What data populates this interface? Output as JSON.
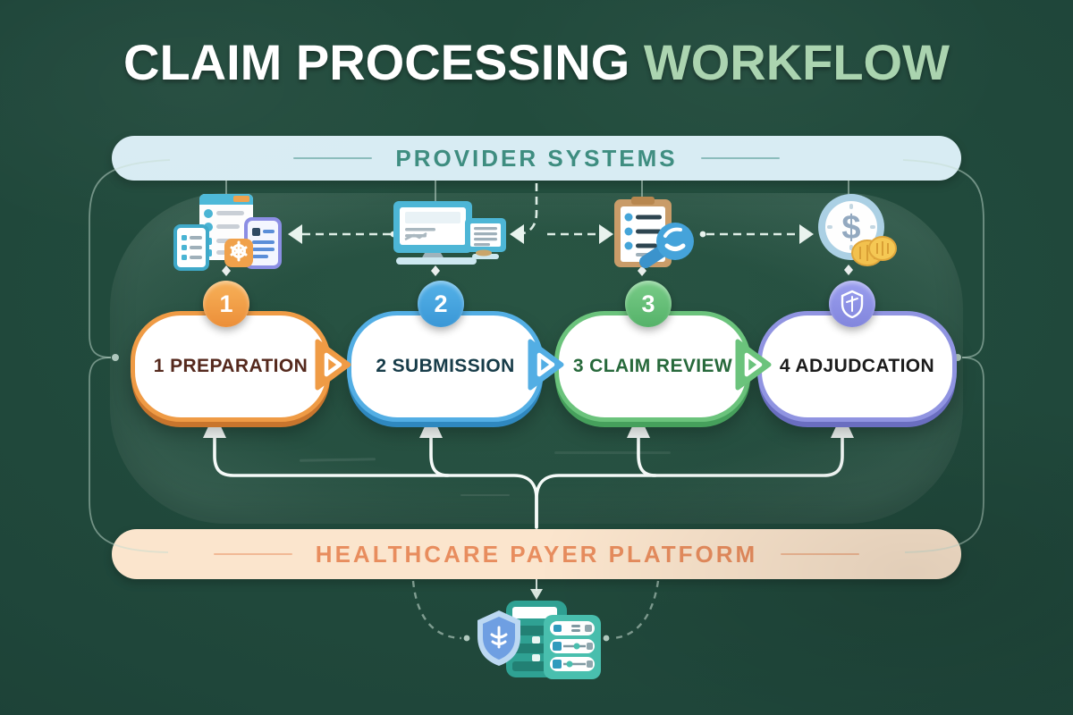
{
  "title": {
    "main": "CLAIM PROCESSING",
    "accent": "WORKFLOW"
  },
  "provider_banner": {
    "label": "PROVIDER SYSTEMS"
  },
  "payer_banner": {
    "label": "HEALTHCARE PAYER PLATFORM"
  },
  "stages": [
    {
      "badge": "1",
      "label": "1 PREPARATION",
      "accent_color": "#EF9B45",
      "label_color": "#55291D",
      "icon": "claim-documents-icon"
    },
    {
      "badge": "2",
      "label": "2 SUBMISSION",
      "accent_color": "#53AEE4",
      "label_color": "#173C49",
      "icon": "workstations-icon"
    },
    {
      "badge": "3",
      "label": "3 CLAIM REVIEW",
      "accent_color": "#6BC37C",
      "label_color": "#27693B",
      "icon": "claim-review-magnifier-icon"
    },
    {
      "badge": "shield-icon",
      "label": "4 ADJUDCATION",
      "accent_color": "#9094E1",
      "label_color": "#1B1B1B",
      "icon": "payment-coin-icon"
    }
  ],
  "payer_icon": "secure-claims-server-icon",
  "colors": {
    "background": "#1F463A",
    "title_main": "#FFFFFF",
    "title_accent": "#A9D3AE",
    "provider_banner_bg": "#D8ECF3",
    "provider_banner_text": "#3E8D80",
    "payer_banner_bg": "#FBE5CD",
    "payer_banner_text": "#E88D5E",
    "connector": "#F4FAF7"
  }
}
